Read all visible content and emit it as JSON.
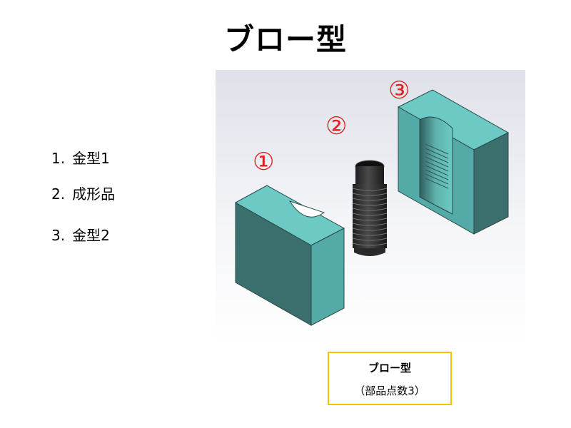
{
  "slide": {
    "title": "ブロー型"
  },
  "parts_list": [
    {
      "number": "1.",
      "label": "金型1"
    },
    {
      "number": "2.",
      "label": "成形品"
    },
    {
      "number": "3.",
      "label": "金型2"
    }
  ],
  "figure": {
    "markers": [
      "①",
      "②",
      "③"
    ],
    "colors": {
      "mold_top": "#6cc9c4",
      "mold_front": "#3b6f6e",
      "mold_side": "#53aaa6",
      "part": "#2f2f2f",
      "marker": "#e02020"
    }
  },
  "callout": {
    "title": "ブロー型",
    "subtitle": "（部品点数3）"
  }
}
